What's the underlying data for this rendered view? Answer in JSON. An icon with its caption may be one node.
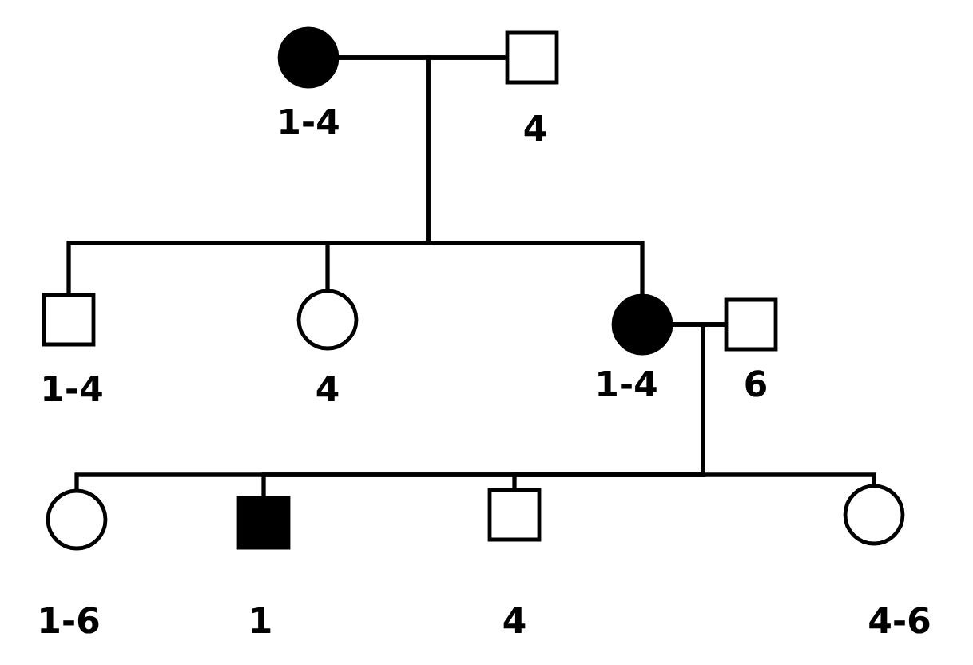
{
  "diagram": {
    "nodes": [
      {
        "text": [],
        "shape": "disc",
        "beside": [
          "1-4"
        ]
      },
      {
        "text": [],
        "shape": "square",
        "beside": [
          "4"
        ]
      },
      {
        "text": [],
        "shape": "square",
        "beside": [
          "1-4"
        ]
      },
      {
        "text": [],
        "shape": "circle",
        "beside": [
          "4"
        ]
      },
      {
        "text": [],
        "shape": "disc",
        "beside": [
          "1-4"
        ]
      },
      {
        "text": [],
        "shape": "square",
        "beside": [
          "6"
        ]
      },
      {
        "text": [],
        "shape": "circle",
        "beside": [
          "1-6"
        ]
      },
      {
        "text": [],
        "shape": "block",
        "beside": [
          "1"
        ]
      },
      {
        "text": [],
        "shape": "square",
        "beside": [
          "4"
        ]
      },
      {
        "text": [],
        "shape": "circle",
        "beside": [
          "4-6"
        ]
      }
    ],
    "edges": [
      {
        "from": 0,
        "to": 1,
        "arrow": "none"
      },
      {
        "from": 0,
        "to": 2,
        "arrow": "none"
      },
      {
        "from": 0,
        "to": 3,
        "arrow": "none"
      },
      {
        "from": 0,
        "to": 4,
        "arrow": "none"
      },
      {
        "from": 1,
        "to": 2,
        "arrow": "none"
      },
      {
        "from": 1,
        "to": 3,
        "arrow": "none"
      },
      {
        "from": 1,
        "to": 4,
        "arrow": "none"
      },
      {
        "from": 4,
        "to": 5,
        "arrow": "none"
      },
      {
        "from": 4,
        "to": 6,
        "arrow": "none"
      },
      {
        "from": 4,
        "to": 7,
        "arrow": "none"
      },
      {
        "from": 4,
        "to": 8,
        "arrow": "none"
      },
      {
        "from": 4,
        "to": 9,
        "arrow": "none"
      },
      {
        "from": 5,
        "to": 6,
        "arrow": "none"
      },
      {
        "from": 5,
        "to": 7,
        "arrow": "none"
      },
      {
        "from": 5,
        "to": 8,
        "arrow": "none"
      },
      {
        "from": 5,
        "to": 9,
        "arrow": "none"
      }
    ]
  }
}
